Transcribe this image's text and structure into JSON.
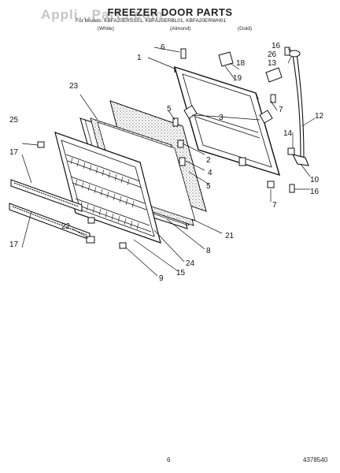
{
  "title": "FREEZER DOOR PARTS",
  "models": {
    "line1": "For Models: KBFA20ERSS01, KBFA20ERBL01, KBFA20ERWH01",
    "finishes": [
      "(White)",
      "(Almond)",
      "(Gold)"
    ]
  },
  "watermark": "Appli...Parts.com",
  "page_number": "6",
  "doc_number": "4378540",
  "callouts": [
    {
      "id": "c1",
      "label": "1"
    },
    {
      "id": "c2",
      "label": "2"
    },
    {
      "id": "c3",
      "label": "3"
    },
    {
      "id": "c4",
      "label": "4"
    },
    {
      "id": "c5a",
      "label": "5"
    },
    {
      "id": "c5b",
      "label": "5"
    },
    {
      "id": "c6",
      "label": "6"
    },
    {
      "id": "c7a",
      "label": "7"
    },
    {
      "id": "c7b",
      "label": "7"
    },
    {
      "id": "c8",
      "label": "8"
    },
    {
      "id": "c9",
      "label": "9"
    },
    {
      "id": "c10",
      "label": "10"
    },
    {
      "id": "c12",
      "label": "12"
    },
    {
      "id": "c13",
      "label": "13"
    },
    {
      "id": "c14",
      "label": "14"
    },
    {
      "id": "c15",
      "label": "15"
    },
    {
      "id": "c16a",
      "label": "16"
    },
    {
      "id": "c16b",
      "label": "16"
    },
    {
      "id": "c17a",
      "label": "17"
    },
    {
      "id": "c17b",
      "label": "17"
    },
    {
      "id": "c18",
      "label": "18"
    },
    {
      "id": "c19",
      "label": "19"
    },
    {
      "id": "c21",
      "label": "21"
    },
    {
      "id": "c22",
      "label": "22"
    },
    {
      "id": "c23",
      "label": "23"
    },
    {
      "id": "c24",
      "label": "24"
    },
    {
      "id": "c25",
      "label": "25"
    },
    {
      "id": "c26",
      "label": "26"
    }
  ]
}
